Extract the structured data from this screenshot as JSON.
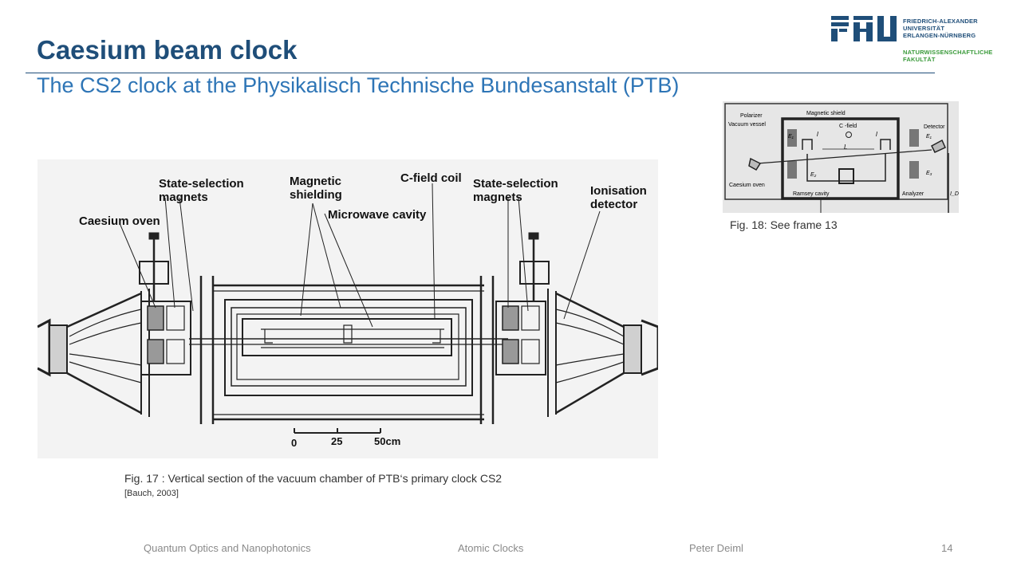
{
  "slide": {
    "title": "Caesium beam clock",
    "subtitle": "The CS2 clock at the Physikalisch Technische Bundesanstalt (PTB)"
  },
  "logo": {
    "mark": "FAU",
    "university_lines": [
      "FRIEDRICH-ALEXANDER",
      "UNIVERSITÄT",
      "ERLANGEN-NÜRNBERG"
    ],
    "faculty_lines": [
      "NATURWISSENSCHAFTLICHE",
      "FAKULTÄT"
    ],
    "colors": {
      "primary": "#1f4e79",
      "faculty": "#3a9a3a"
    }
  },
  "fig17": {
    "labels": {
      "caesium_oven": "Caesium oven",
      "state_sel_left_1": "State-selection",
      "state_sel_left_2": "magnets",
      "magnetic_1": "Magnetic",
      "magnetic_2": "shielding",
      "microwave": "Microwave cavity",
      "cfield": "C-field coil",
      "state_sel_right_1": "State-selection",
      "state_sel_right_2": "magnets",
      "ionisation_1": "Ionisation",
      "ionisation_2": "detector"
    },
    "scale": {
      "t0": "0",
      "t25": "25",
      "t50": "50cm"
    },
    "caption": "Fig. 17 : Vertical section of the vacuum chamber of PTB‘s primary clock CS2",
    "source": "[Bauch, 2003]"
  },
  "fig18": {
    "labels": {
      "polarizer": "Polarizer",
      "magnetic_shield": "Magnetic shield",
      "vacuum_vessel": "Vacuum vessel",
      "cfield": "C -field",
      "detector": "Detector",
      "e1_left": "E₁",
      "e1_right": "E₁",
      "e2": "E₂",
      "e3": "E₃",
      "l_left": "l",
      "l_right": "l",
      "L": "L",
      "caesium_oven": "Caesium oven",
      "ramsey": "Ramsey cavity",
      "analyzer": "Analyzer",
      "id": "I_D"
    },
    "caption": "Fig. 18: See frame 13"
  },
  "footer": {
    "course": "Quantum Optics and Nanophotonics",
    "topic": "Atomic Clocks",
    "author": "Peter Deiml",
    "page": "14"
  }
}
